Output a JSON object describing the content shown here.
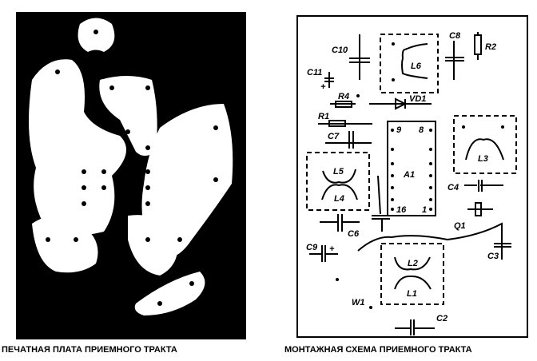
{
  "captions": {
    "pcb": "ПЕЧАТНАЯ ПЛАТА ПРИЕМНОГО ТРАКТА",
    "assembly": "МОНТАЖНАЯ СХЕМА ПРИЕМНОГО ТРАКТА"
  },
  "labels": {
    "C10": "C10",
    "C8": "C8",
    "R2": "R2",
    "L6": "L6",
    "C11": "C11",
    "R4": "R4",
    "VD1": "VD1",
    "R1": "R1",
    "pin9": "9",
    "pin8": "8",
    "C7": "C7",
    "L3": "L3",
    "L5": "L5",
    "A1": "A1",
    "L4": "L4",
    "C4": "C4",
    "pin16": "16",
    "pin1": "1",
    "Q1": "Q1",
    "C6": "C6",
    "C9": "C9",
    "L2": "L2",
    "C3": "C3",
    "L1": "L1",
    "W1": "W1",
    "C2": "C2",
    "plus1": "+",
    "plus2": "+"
  }
}
